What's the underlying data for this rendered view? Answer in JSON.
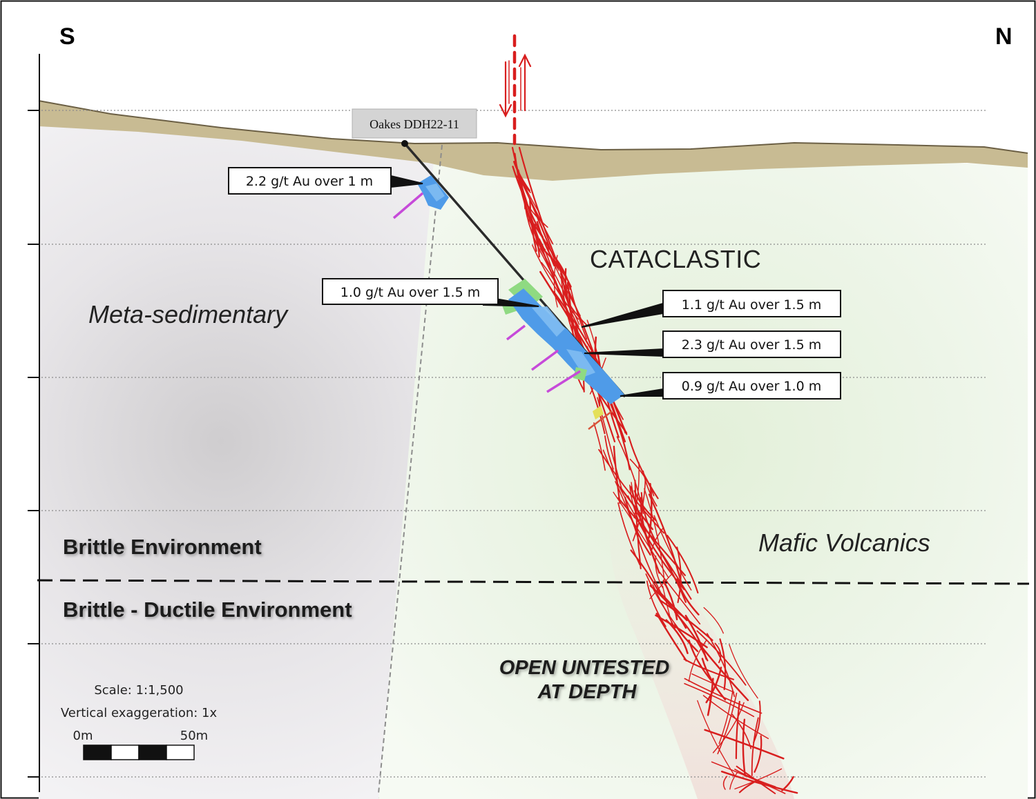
{
  "compass": {
    "south": "S",
    "north": "N"
  },
  "zones": {
    "meta_sedimentary": "Meta-sedimentary",
    "cataclastic": "CATACLASTIC",
    "mafic_volcanics": "Mafic Volcanics"
  },
  "environments": {
    "brittle": "Brittle Environment",
    "brittle_ductile": "Brittle - Ductile Environment"
  },
  "open_depth": {
    "line1": "OPEN UNTESTED",
    "line2": "AT DEPTH"
  },
  "drill_hole": {
    "label": "Oakes DDH22-11"
  },
  "callouts": [
    {
      "label": "2.2 g/t Au over 1 m"
    },
    {
      "label": "1.0 g/t Au over 1.5 m"
    },
    {
      "label": "1.1 g/t Au over 1.5 m"
    },
    {
      "label": "2.3 g/t Au over 1.5 m"
    },
    {
      "label": "0.9 g/t Au over 1.0 m"
    }
  ],
  "scale": {
    "ratio": "Scale: 1:1,500",
    "exaggeration": "Vertical exaggeration: 1x",
    "start": "0m",
    "end": "50m"
  },
  "colors": {
    "overburden": "#c8bb93",
    "fault": "#d81e1e",
    "assay": "#4f9be8",
    "alteration": "#c64ad9",
    "green_zone": "#8fda82"
  }
}
